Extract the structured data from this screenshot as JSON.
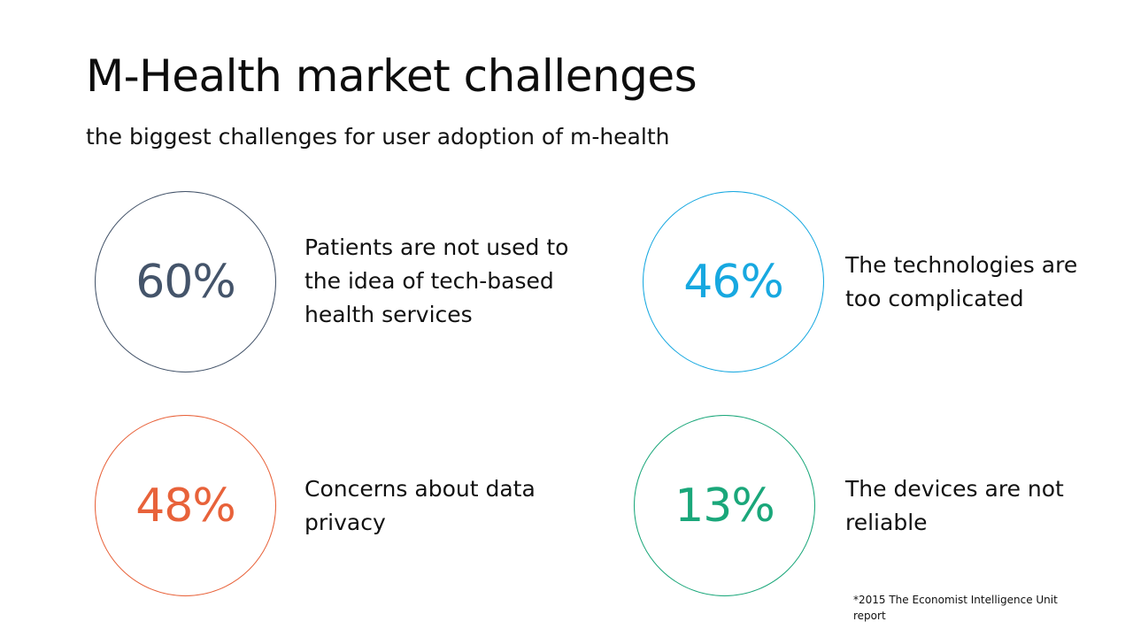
{
  "slide": {
    "title": "M-Health market challenges",
    "subtitle": "the biggest challenges for user adoption of m-health"
  },
  "stats": [
    {
      "value": "60%",
      "description": "Patients are not used to the idea of tech-based health services",
      "color": "#44546a"
    },
    {
      "value": "46%",
      "description": "The technologies are too complicated",
      "color": "#17a8e0"
    },
    {
      "value": "48%",
      "description": "Concerns about data privacy",
      "color": "#e8623a"
    },
    {
      "value": "13%",
      "description": "The devices are not reliable",
      "color": "#1aa77a"
    }
  ],
  "footnote": "*2015 The Economist Intelligence Unit report"
}
